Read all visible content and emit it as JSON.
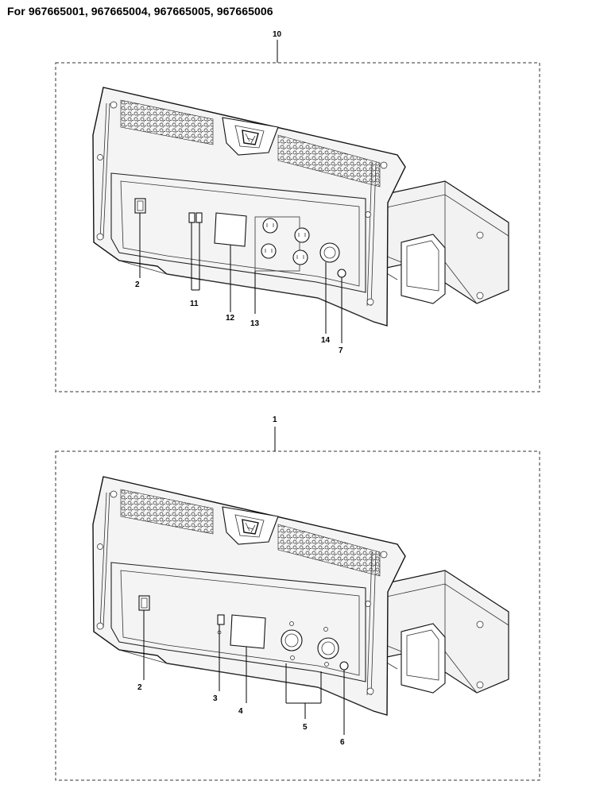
{
  "page": {
    "title": "For 967665001, 967665004, 967665005, 967665006"
  },
  "assemblies": [
    {
      "id": "upper",
      "assembly_number": "10",
      "callouts": [
        {
          "label": "2",
          "part": "switch"
        },
        {
          "label": "11",
          "part": "breaker-pair"
        },
        {
          "label": "12",
          "part": "cover-plate"
        },
        {
          "label": "13",
          "part": "duplex-outlets"
        },
        {
          "label": "14",
          "part": "twist-lock-outlet"
        },
        {
          "label": "7",
          "part": "ground-terminal"
        }
      ]
    },
    {
      "id": "lower",
      "assembly_number": "1",
      "callouts": [
        {
          "label": "2",
          "part": "switch"
        },
        {
          "label": "3",
          "part": "breaker"
        },
        {
          "label": "4",
          "part": "cover-plate"
        },
        {
          "label": "5",
          "part": "twist-lock-outlets"
        },
        {
          "label": "6",
          "part": "ground-terminal"
        }
      ]
    }
  ]
}
